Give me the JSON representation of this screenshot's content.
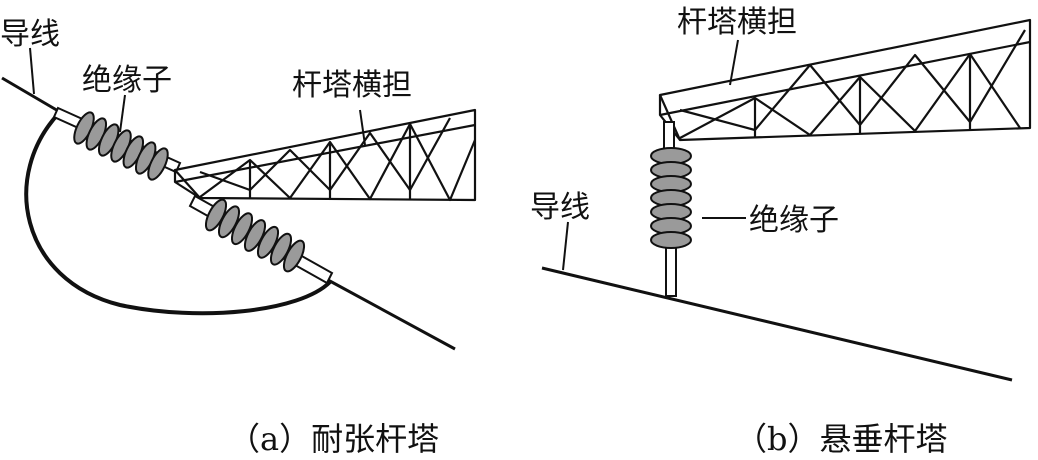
{
  "panel_a": {
    "labels": {
      "conductor": "导线",
      "insulator": "绝缘子",
      "crossarm": "杆塔横担"
    },
    "caption": "（a）耐张杆塔"
  },
  "panel_b": {
    "labels": {
      "crossarm": "杆塔横担",
      "conductor": "导线",
      "insulator": "绝缘子"
    },
    "caption": "（b）悬垂杆塔"
  },
  "colors": {
    "line": "#111111",
    "insulator_fill": "#9a9a9a",
    "background": "#ffffff"
  }
}
